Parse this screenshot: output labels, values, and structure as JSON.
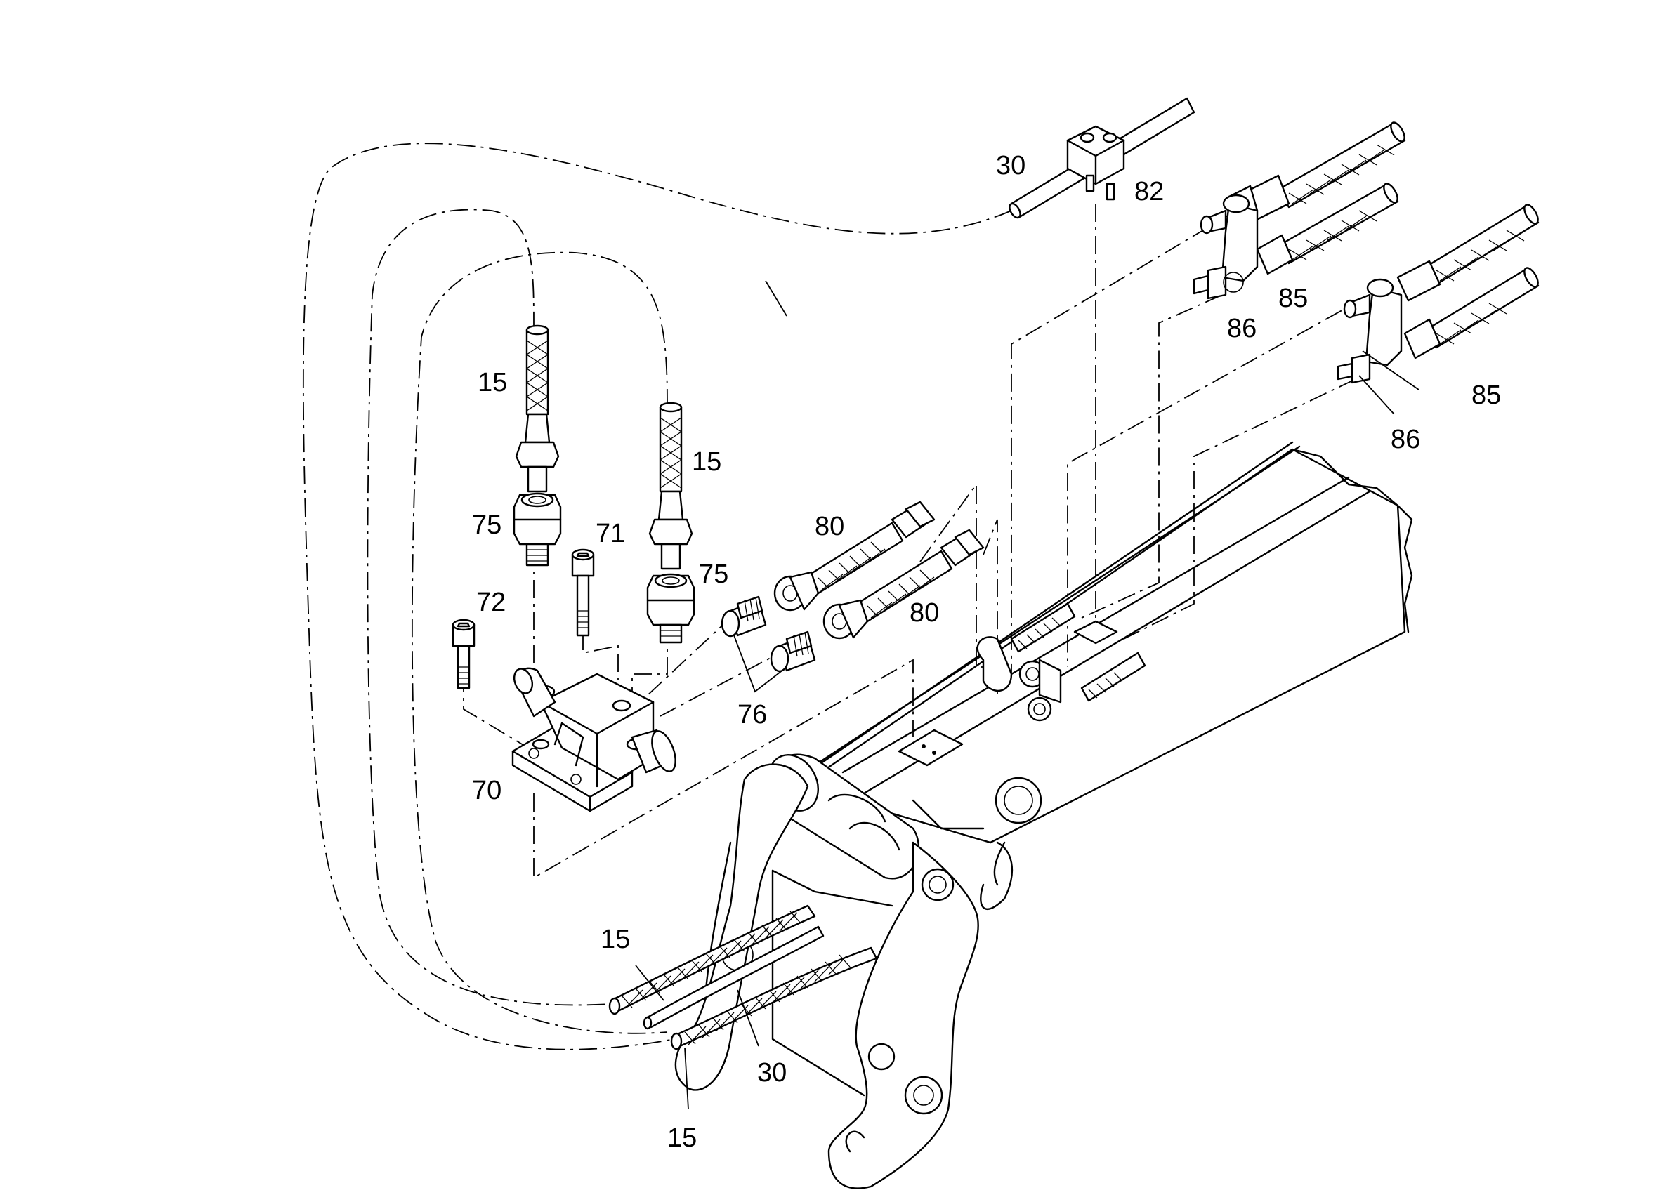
{
  "callouts": {
    "hose_upper_left": "15",
    "hose_upper_right": "15",
    "hose_lower_top": "15",
    "hose_lower_bottom": "15",
    "tube_upper": "30",
    "tube_lower": "30",
    "block": "70",
    "screw_71": "71",
    "screw_72": "72",
    "adapter_left": "75",
    "adapter_right": "75",
    "nipple": "76",
    "hose_80_upper": "80",
    "hose_80_lower": "80",
    "clamp": "82",
    "tee_upper": "85",
    "tee_lower": "85",
    "plug_upper": "86",
    "plug_lower": "86"
  }
}
